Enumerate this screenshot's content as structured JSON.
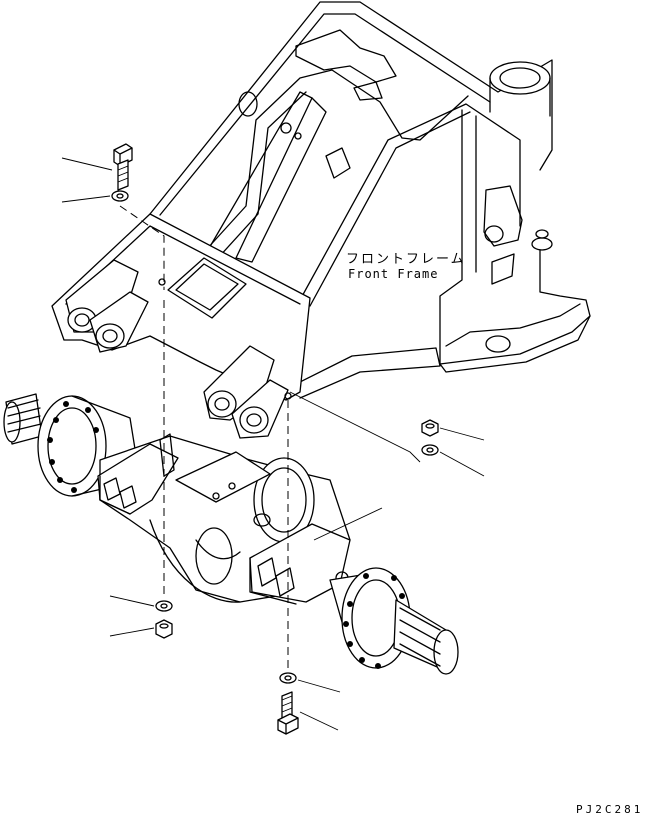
{
  "frame_label": {
    "japanese": "フロントフレーム",
    "english": "Front Frame"
  },
  "drawing_code": "PJ2C281",
  "callouts": [
    {
      "part": "bolt-upper"
    },
    {
      "part": "washer-upper"
    },
    {
      "part": "nut-right"
    },
    {
      "part": "washer-right"
    },
    {
      "part": "axle-mount"
    },
    {
      "part": "washer-lower-left"
    },
    {
      "part": "nut-lower-left"
    },
    {
      "part": "washer-lower-right"
    },
    {
      "part": "bolt-lower-right"
    }
  ],
  "colors": {
    "ink": "#000000",
    "paper": "#ffffff"
  }
}
